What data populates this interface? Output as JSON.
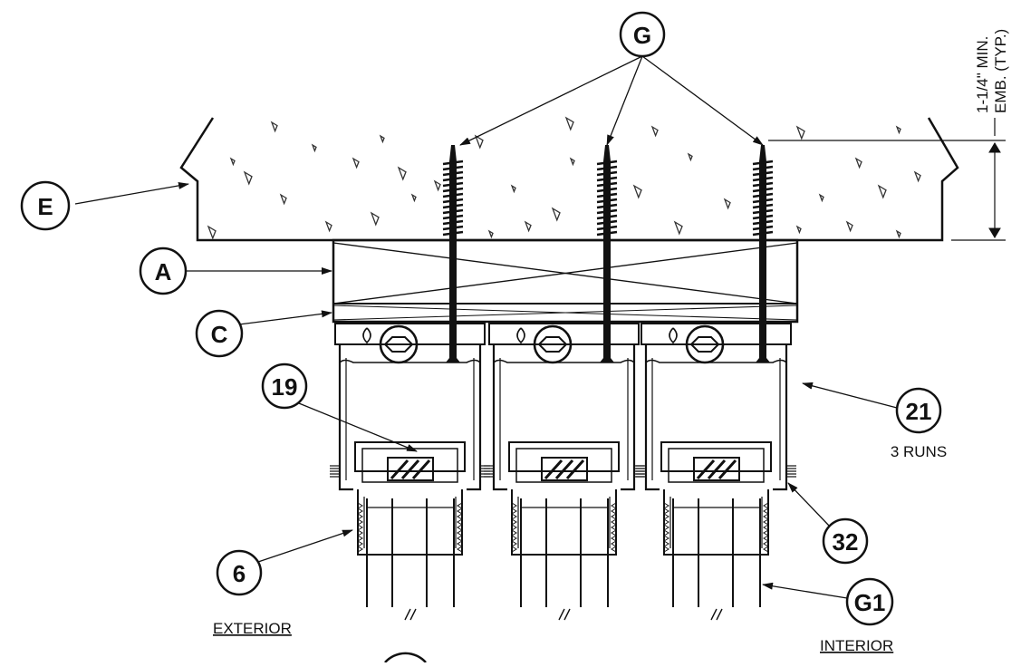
{
  "callouts": {
    "G": "G",
    "E": "E",
    "A": "A",
    "C": "C",
    "n19": "19",
    "n21": "21",
    "n6": "6",
    "n32": "32",
    "G1": "G1"
  },
  "notes": {
    "runs": "3 RUNS",
    "exterior": "EXTERIOR",
    "interior": "INTERIOR",
    "dim_line1": "1-1/4\" MIN.",
    "dim_line2": "EMB. (TYP.)"
  },
  "colors": {
    "ink": "#111111",
    "background": "#ffffff"
  }
}
